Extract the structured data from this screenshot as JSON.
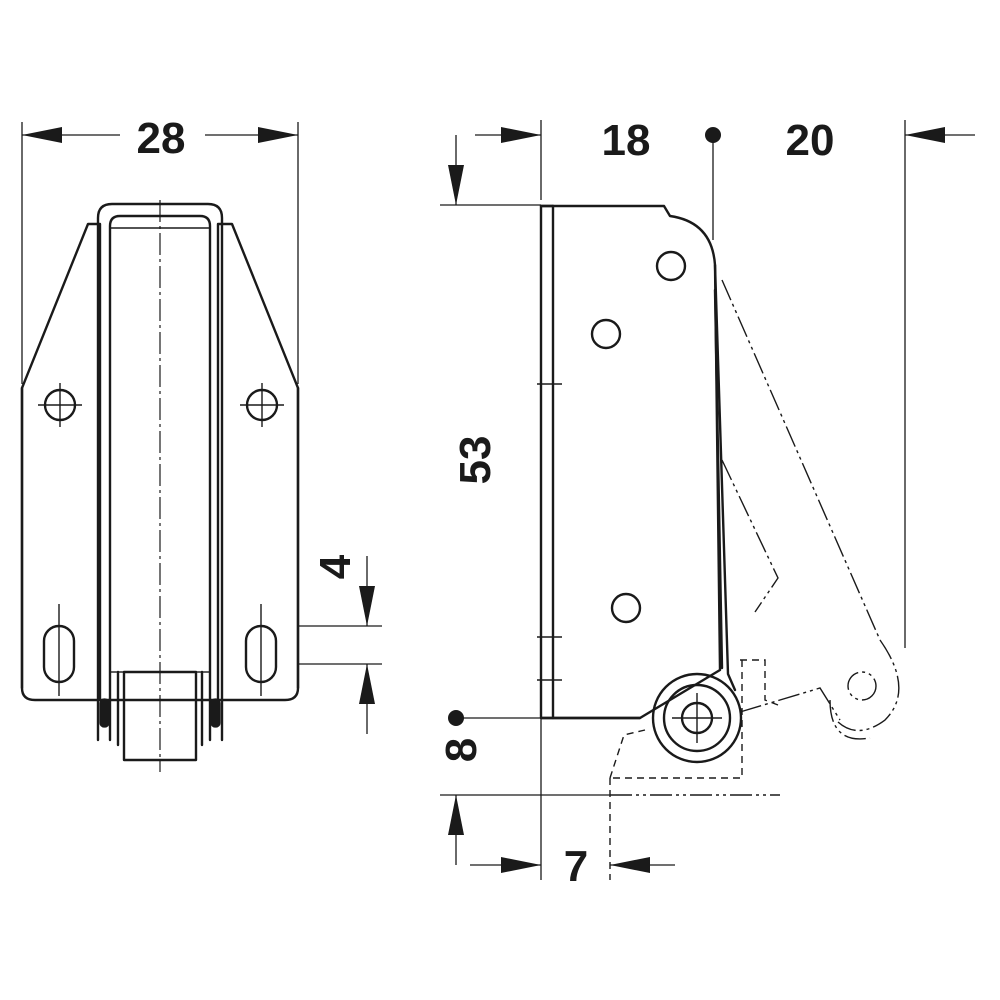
{
  "dimensions": {
    "width_front": "28",
    "depth_body": "18",
    "travel": "20",
    "height_body": "53",
    "slot_length": "4",
    "roller_offset_vertical": "8",
    "roller_offset_horizontal": "7"
  }
}
